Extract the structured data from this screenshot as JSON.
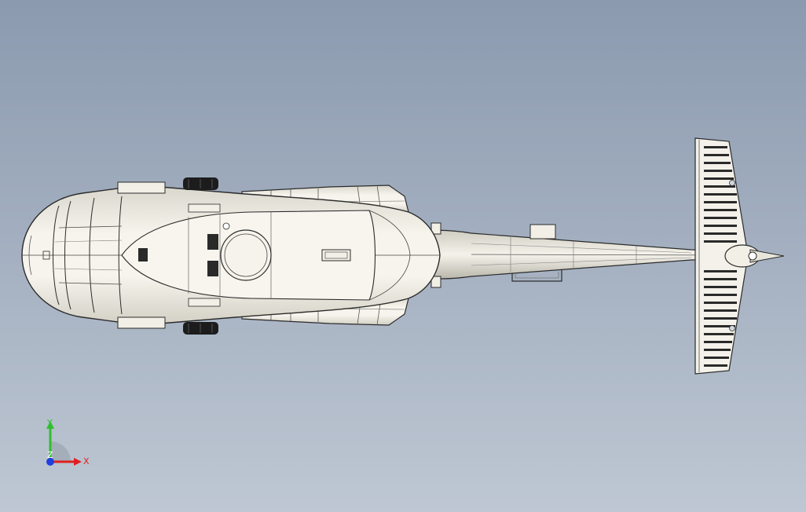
{
  "triad": {
    "x_label": "X",
    "y_label": "Y",
    "z_label": "Z",
    "x_color": "#e02020",
    "y_color": "#2fbf2f",
    "z_color": "#1f3fe0"
  },
  "colors": {
    "background_top": "#8b9aaf",
    "background_bottom": "#bec7d3",
    "body_fill": "#f1efe6",
    "edge_line": "#2b2b2b",
    "tire": "#1c1c1c"
  }
}
